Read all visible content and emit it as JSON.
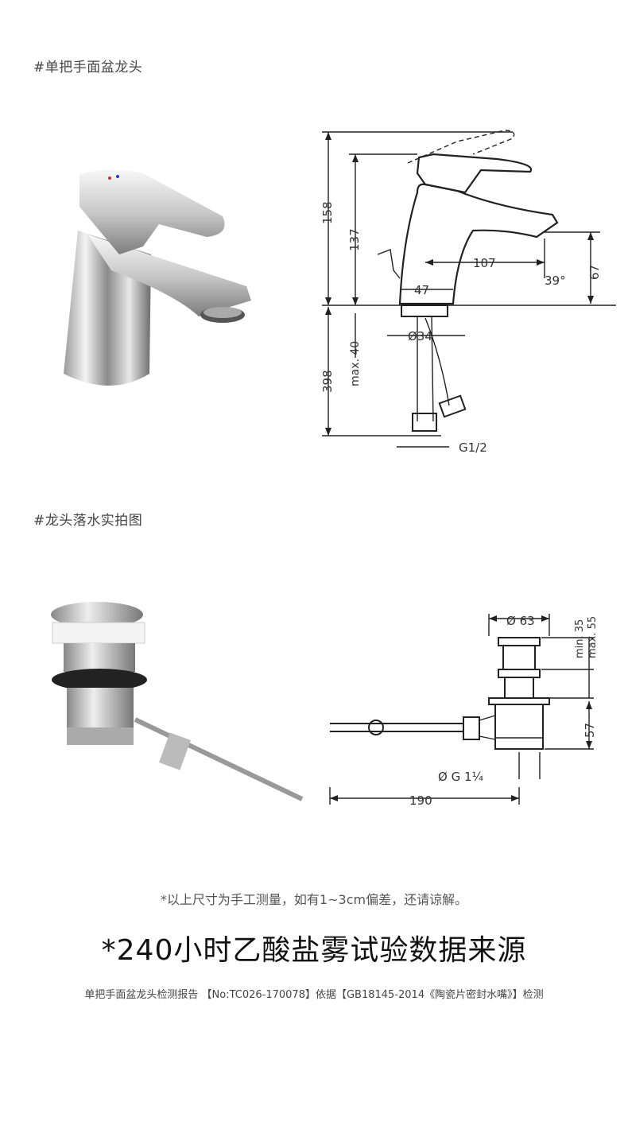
{
  "sections": {
    "faucet_label": "#单把手面盆龙头",
    "drain_label": "#龙头落水实拍图"
  },
  "faucet_dims": {
    "d158": "158",
    "d137": "137",
    "d398": "398",
    "dmax40": "max. 40",
    "d107": "107",
    "d67": "67",
    "d47": "47",
    "d39": "39°",
    "d34": "Ø34",
    "dg12": "G1/2"
  },
  "drain_dims": {
    "d63": "Ø 63",
    "dmin35": "min. 35",
    "dmax55": "max. 55",
    "d57": "57",
    "dg114": "Ø G 1¼",
    "d190": "190"
  },
  "footer": {
    "note": "*以上尺寸为手工测量，如有1~3cm偏差，还请谅解。",
    "headline": "*240小时乙酸盐雾试验数据来源",
    "report": "单把手面盆龙头检测报告 【No:TC026-170078】依据【GB18145-2014《陶瓷片密封水嘴》】检测"
  }
}
